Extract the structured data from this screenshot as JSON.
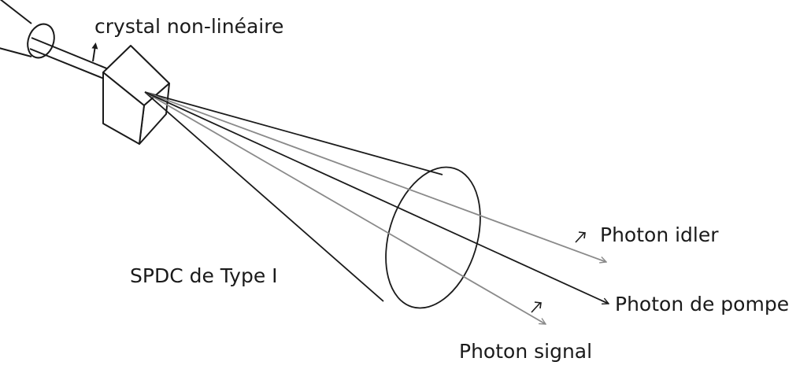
{
  "labels": {
    "crystal": "crystal non-linéaire",
    "type": "SPDC de Type I",
    "idler": "Photon idler",
    "pump": "Photon de pompe",
    "signal": "Photon signal"
  },
  "colors": {
    "ink": "#1a1a1a",
    "beam_gray": "#8a8a8a"
  }
}
